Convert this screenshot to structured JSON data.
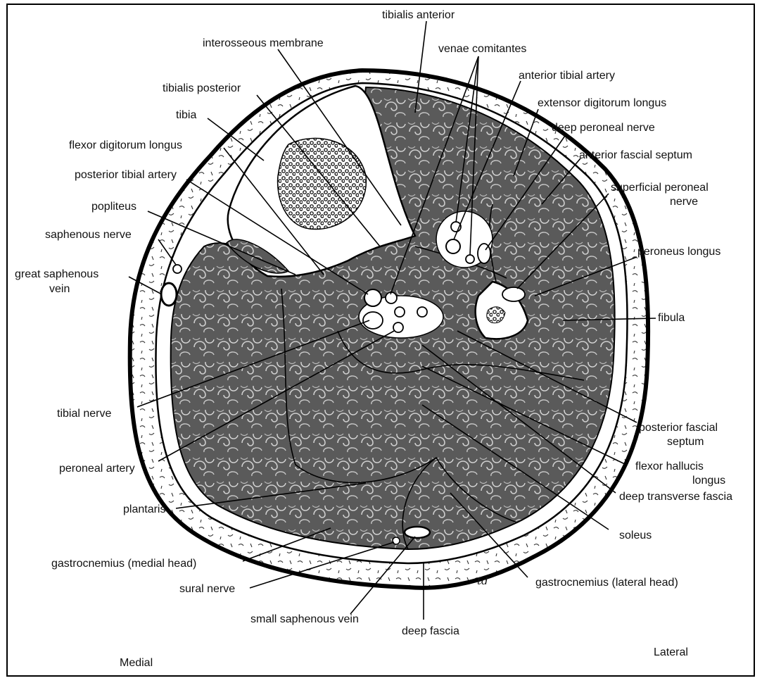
{
  "orientation": {
    "medial": "Medial",
    "lateral": "Lateral"
  },
  "colors": {
    "ink": "#111111",
    "muscle": "#4a4a4a",
    "bone": "#ffffff",
    "fat": "#ffffff"
  },
  "labels": {
    "tibialis_anterior": "tibialis anterior",
    "interosseous_membrane": "interosseous membrane",
    "venae_comitantes": "venae comitantes",
    "anterior_tibial_artery": "anterior tibial artery",
    "tibialis_posterior": "tibialis posterior",
    "extensor_digitorum_longus": "extensor digitorum longus",
    "tibia": "tibia",
    "deep_peroneal_nerve": "deep peroneal nerve",
    "flexor_digitorum_longus": "flexor digitorum longus",
    "anterior_fascial_septum": "anterior fascial septum",
    "posterior_tibial_artery": "posterior tibial artery",
    "superficial_peroneal_nerve_1": "superficial peroneal",
    "superficial_peroneal_nerve_2": "nerve",
    "popliteus": "popliteus",
    "saphenous_nerve": "saphenous nerve",
    "peroneus_longus": "peroneus longus",
    "great_saphenous_vein_1": "great saphenous",
    "great_saphenous_vein_2": "vein",
    "fibula": "fibula",
    "tibial_nerve": "tibial nerve",
    "posterior_fascial_septum_1": "posterior fascial",
    "posterior_fascial_septum_2": "septum",
    "peroneal_artery": "peroneal artery",
    "flexor_hallucis_longus_1": "flexor hallucis",
    "flexor_hallucis_longus_2": "longus",
    "deep_transverse_fascia": "deep transverse fascia",
    "plantaris": "plantaris",
    "soleus": "soleus",
    "gastrocnemius_medial_head": "gastrocnemius (medial head)",
    "gastrocnemius_lateral_head": "gastrocnemius (lateral head)",
    "sural_nerve": "sural nerve",
    "small_saphenous_vein": "small saphenous vein",
    "deep_fascia": "deep fascia",
    "signature": "td"
  }
}
